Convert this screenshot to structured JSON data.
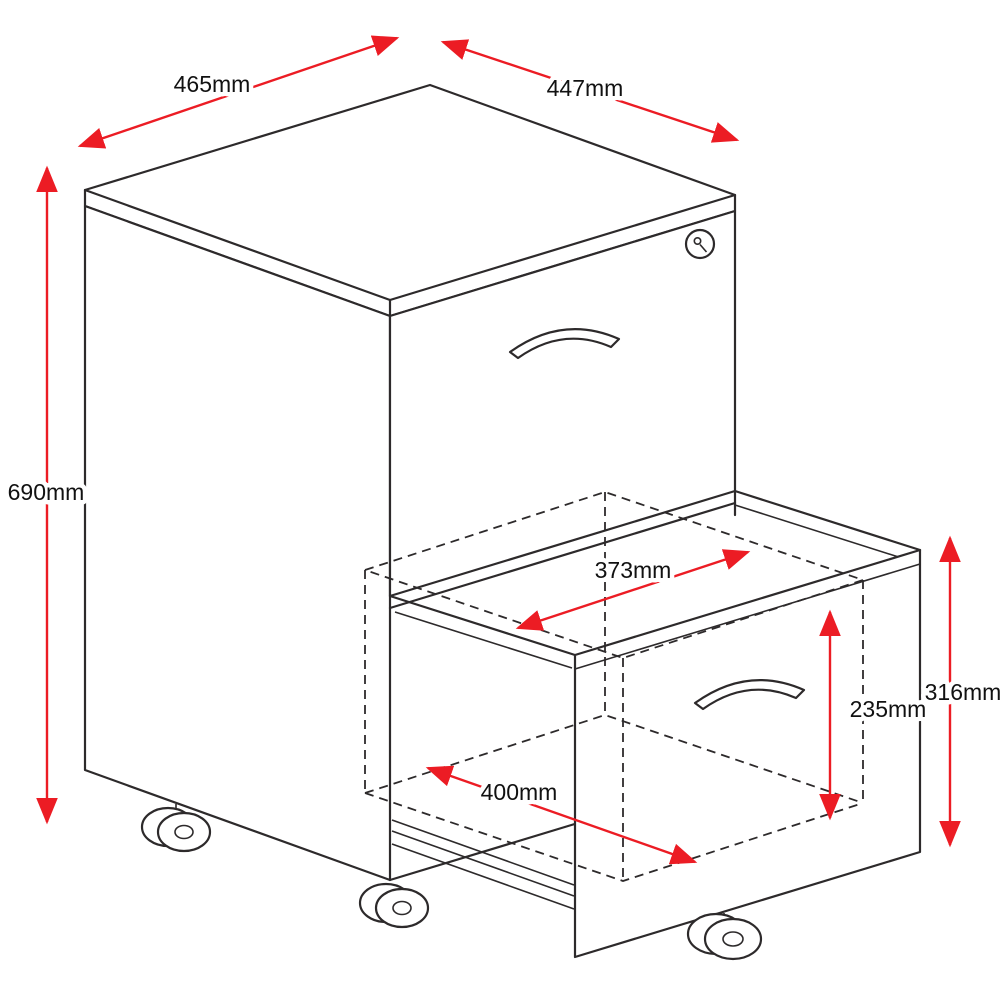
{
  "diagram": {
    "type": "technical-dimension-drawing",
    "subject": "two-drawer-mobile-pedestal-cabinet",
    "colors": {
      "outline": "#2d2a2b",
      "dimension": "#ec1c24",
      "label": "#111111",
      "background": "#ffffff"
    },
    "dimensions": {
      "depth_top": {
        "label": "465mm"
      },
      "width_top": {
        "label": "447mm"
      },
      "height": {
        "label": "690mm"
      },
      "drawer_inner_width": {
        "label": "373mm"
      },
      "drawer_inner_height": {
        "label": "235mm"
      },
      "drawer_front_height": {
        "label": "316mm"
      },
      "drawer_inner_depth": {
        "label": "400mm"
      }
    }
  }
}
